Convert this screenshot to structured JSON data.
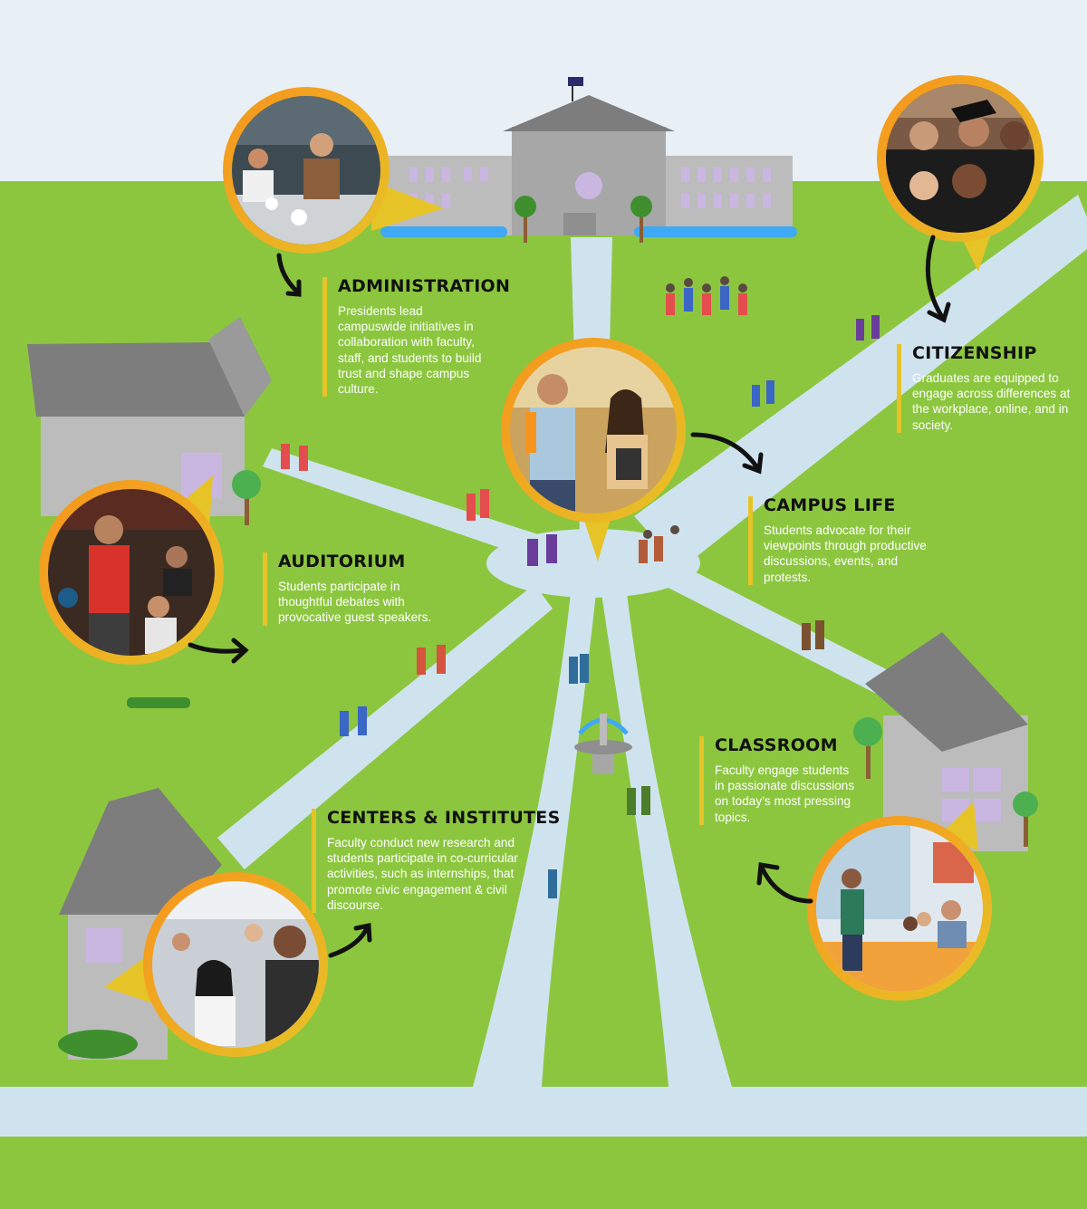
{
  "locations": {
    "administration": {
      "title": "ADMINISTRATION",
      "text": "Presidents lead campuswide initiatives in collaboration with faculty, staff, and students to build trust and shape campus culture."
    },
    "citizenship": {
      "title": "CITIZENSHIP",
      "text": "Graduates are equipped to engage across differences at the workplace, online, and in society."
    },
    "campus_life": {
      "title": "CAMPUS LIFE",
      "text": "Students advocate for their viewpoints through productive discussions, events, and protests."
    },
    "auditorium": {
      "title": "AUDITORIUM",
      "text": "Students participate in thoughtful debates with provocative guest speakers."
    },
    "classroom": {
      "title": "CLASSROOM",
      "text": "Faculty engage students in passionate discussions on today’s most pressing topics."
    },
    "centers_institutes": {
      "title": "CENTERS & INSTITUTES",
      "text": "Faculty conduct new research and students participate in co-curricular activities, such as internships, that promote civic engagement & civil discourse."
    }
  },
  "colors": {
    "sky": "#e8f0f5",
    "grass": "#8cc63f",
    "path": "#cfe3ee",
    "building": "#bcbcbc",
    "roof": "#7d7d7d",
    "window": "#c9b7e2",
    "ring_orange": "#f7941d",
    "ring_yellow": "#e6c327",
    "flag": "#2b2a6b"
  }
}
